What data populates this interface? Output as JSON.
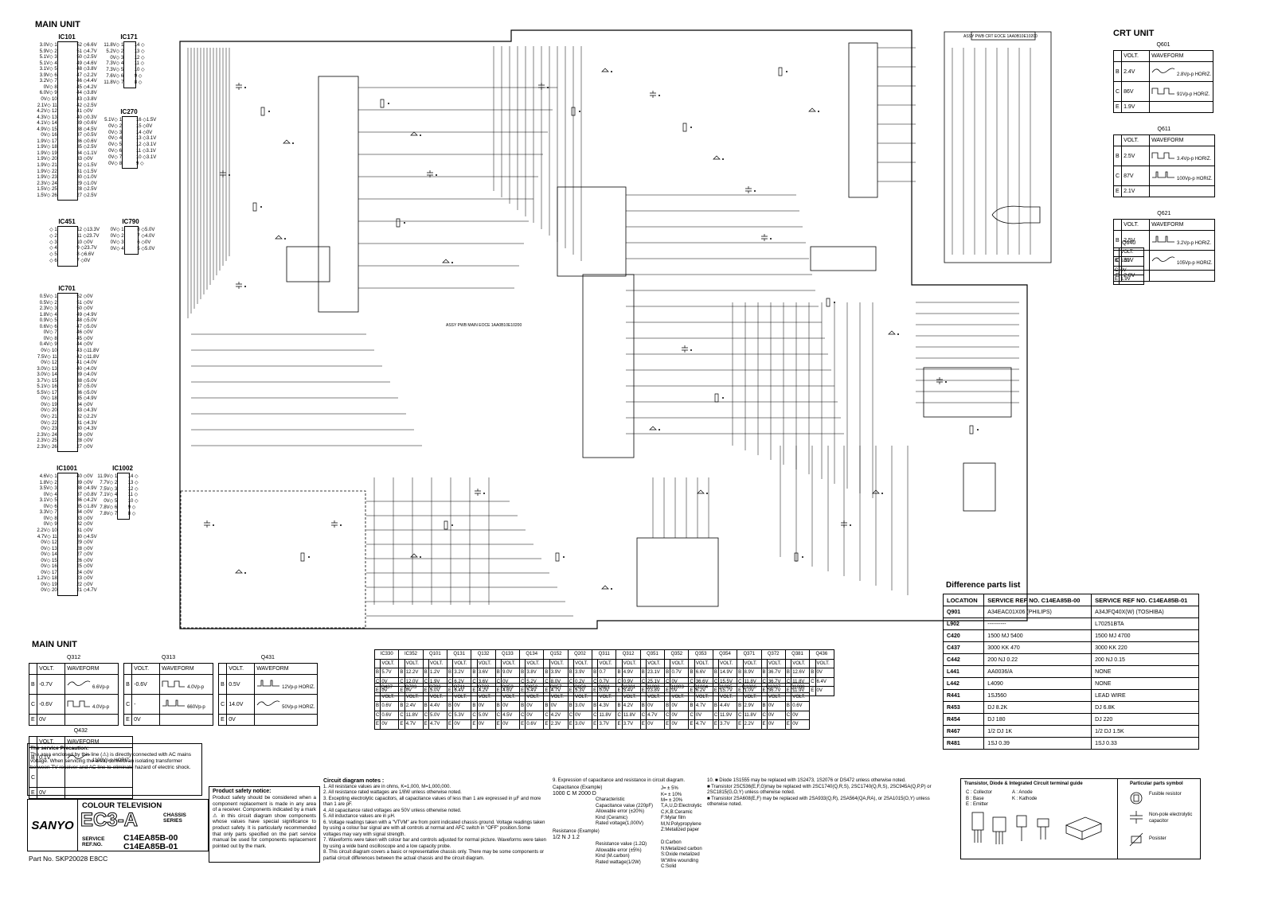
{
  "main_unit_label": "MAIN UNIT",
  "crt_unit_label": "CRT UNIT",
  "ic101": {
    "name": "IC101",
    "left": [
      "3.0V",
      "5.9V",
      "5.1V",
      "5.1V",
      "3.1V",
      "3.9V",
      "3.2V",
      "0V",
      "6.0V",
      "0V",
      "2.1V",
      "4.2V",
      "4.3V",
      "4.1V",
      "4.9V",
      "0V",
      "1.9V",
      "1.9V",
      "1.9V",
      "1.9V",
      "1.9V",
      "1.9V",
      "1.9V",
      "2.3V",
      "1.5V",
      "1.5V"
    ],
    "right": [
      "6.6V",
      "4.7V",
      "2.5V",
      "4.6V",
      "3.8V",
      "2.2V",
      "4.4V",
      "4.2V",
      "3.8V",
      "3.8V",
      "2.5V",
      "0V",
      "0.3V",
      "0.6V",
      "4.5V",
      "0.5V",
      "0.6V",
      "2.5V",
      "1.1V",
      "0V",
      "1.5V",
      "1.5V",
      "1.0V",
      "1.0V",
      "2.5V",
      "2.5V"
    ]
  },
  "ic171": {
    "name": "IC171",
    "left": [
      "11.8V",
      "5.2V",
      "0V",
      "7.3V",
      "7.3V",
      "7.6V",
      "11.8V"
    ],
    "right": [
      "",
      "",
      "",
      "",
      "",
      "",
      ""
    ]
  },
  "ic270": {
    "name": "IC270",
    "left": [
      "5.1V",
      "0V",
      "0V",
      "0V",
      "0V",
      "0V",
      "0V",
      "0V"
    ],
    "right": [
      "1.5V",
      "0V",
      "0V",
      "3.1V",
      "3.1V",
      "3.1V",
      "3.1V",
      ""
    ]
  },
  "ic451": {
    "name": "IC451",
    "left": [
      "",
      "",
      "",
      "",
      "",
      ""
    ],
    "right": [
      "13.3V",
      "23.7V",
      "0V",
      "23.7V",
      "6.6V",
      "0V"
    ]
  },
  "ic790": {
    "name": "IC790",
    "left": [
      "0V",
      "0V",
      "0V",
      "0V"
    ],
    "right": [
      "5.0V",
      "4.0V",
      "0V",
      "5.0V"
    ]
  },
  "ic701": {
    "name": "IC701",
    "left": [
      "0.5V",
      "0.5V",
      "2.3V",
      "1.8V",
      "0.9V",
      "0.6V",
      "0V",
      "0V",
      "0.4V",
      "0V",
      "7.5V",
      "0V",
      "3.0V",
      "3.0V",
      "3.7V",
      "5.1V",
      "5.5V",
      "0V",
      "0V",
      "0V",
      "0V",
      "0V",
      "0V",
      "2.3V",
      "2.3V",
      "2.3V"
    ],
    "right": [
      "0V",
      "0V",
      "0V",
      "4.9V",
      "5.0V",
      "5.0V",
      "0V",
      "0V",
      "0V",
      "11.8V",
      "11.8V",
      "4.0V",
      "4.0V",
      "4.0V",
      "5.0V",
      "5.0V",
      "5.0V",
      "4.9V",
      "0V",
      "4.3V",
      "2.2V",
      "4.3V",
      "4.3V",
      "0V",
      "0V",
      "0V"
    ]
  },
  "ic1001": {
    "name": "IC1001",
    "left": [
      "4.6V",
      "1.8V",
      "3.5V",
      "0V",
      "3.1V",
      "0V",
      "3.3V",
      "0V",
      "0V",
      "2.2V",
      "4.7V",
      "0V",
      "0V",
      "0V",
      "0V",
      "0V",
      "0V",
      "1.2V",
      "0V",
      "0V"
    ],
    "right": [
      "0V",
      "0V",
      "4.9V",
      "0.8V",
      "4.2V",
      "1.8V",
      "0V",
      "0V",
      "0V",
      "0V",
      "4.5V",
      "0V",
      "0V",
      "0V",
      "0V",
      "0V",
      "0V",
      "0V",
      "0V",
      "4.7V"
    ]
  },
  "ic1002": {
    "name": "IC1002",
    "left": [
      "11.9V",
      "7.7V",
      "7.5V",
      "7.1V",
      "0V",
      "7.8V",
      "7.8V"
    ],
    "right": [
      "",
      "",
      "",
      "",
      "",
      "",
      ""
    ]
  },
  "main_unit_waveforms": [
    {
      "name": "Q312",
      "rows": [
        [
          "B",
          "-0.7V",
          "6.6Vp-p"
        ],
        [
          "C",
          "-0.6V",
          "4.0Vp-p"
        ],
        [
          "E",
          "0V",
          ""
        ]
      ]
    },
    {
      "name": "Q313",
      "rows": [
        [
          "B",
          "-0.6V",
          "4.0Vp-p"
        ],
        [
          "C",
          "-",
          "660Vp-p"
        ],
        [
          "E",
          "0V",
          ""
        ]
      ]
    },
    {
      "name": "Q431",
      "rows": [
        [
          "B",
          "0.5V",
          "12Vp-p HORIZ."
        ],
        [
          "C",
          "14.0V",
          "50Vp-p HORIZ."
        ],
        [
          "E",
          "0V",
          ""
        ]
      ]
    },
    {
      "name": "Q432",
      "rows": [
        [
          "B",
          "0.1V",
          "1100Vp-p HORIZ."
        ],
        [
          "C",
          "",
          ""
        ],
        [
          "E",
          "0V",
          ""
        ]
      ]
    }
  ],
  "wf_head": {
    "volt": "VOLT.",
    "waveform": "WAVEFORM"
  },
  "volt_row1": [
    {
      "n": "IC330",
      "v": [
        "5.7V",
        "0V",
        "0V"
      ]
    },
    {
      "n": "IC352",
      "v": [
        "12.2V",
        "12.0V",
        "0V"
      ]
    },
    {
      "n": "Q101",
      "v": [
        "1.2V",
        "1.9V",
        "5.0V"
      ]
    },
    {
      "n": "Q131",
      "v": [
        "3.2V",
        "6.2V",
        "6.4V"
      ]
    },
    {
      "n": "Q132",
      "v": [
        "3.6V",
        "3.6V",
        "4.2V"
      ]
    },
    {
      "n": "Q133",
      "v": [
        "9.0V",
        "0V",
        "4.6V"
      ]
    },
    {
      "n": "Q134",
      "v": [
        "3.8V",
        "5.2V",
        "5.4V"
      ]
    },
    {
      "n": "Q152",
      "v": [
        "3.9V",
        "8.0V",
        "4.7V"
      ]
    },
    {
      "n": "Q202",
      "v": [
        "3.9V",
        "0.2V",
        "5.3V"
      ]
    },
    {
      "n": "Q311",
      "v": [
        "0.7",
        "0.7V",
        "0.0V"
      ]
    },
    {
      "n": "Q312",
      "v": [
        "4.9V",
        "0.9V",
        "3.4V"
      ]
    },
    {
      "n": "Q351",
      "v": [
        "23.1V",
        "25.1V",
        "23.8V"
      ]
    },
    {
      "n": "Q352",
      "v": [
        "0.7V",
        "0V",
        "0V"
      ]
    },
    {
      "n": "Q353",
      "v": [
        "6.6V",
        "36.6V",
        "6.2V"
      ]
    },
    {
      "n": "Q354",
      "v": [
        "14.9V",
        "15.5V",
        "15.7V"
      ]
    },
    {
      "n": "Q371",
      "v": [
        "8.9V",
        "11.8V",
        "1.0V"
      ]
    },
    {
      "n": "Q372",
      "v": [
        "36.7V",
        "36.7V",
        "36.7V"
      ]
    },
    {
      "n": "Q381",
      "v": [
        "12.6V",
        "11.8V",
        "11.9V"
      ]
    },
    {
      "n": "Q436",
      "v": [
        "0V",
        "6.4V",
        "0V"
      ]
    }
  ],
  "volt_row2": [
    {
      "n": "Q437",
      "v": [
        "0.6V",
        "0.6V",
        "0V"
      ]
    },
    {
      "n": "Q703",
      "v": [
        "2.4V",
        "11.8V",
        "4.7V"
      ]
    },
    {
      "n": "Q706",
      "v": [
        "4.4V",
        "5.0V",
        "4.7V"
      ]
    },
    {
      "n": "Q711",
      "v": [
        "0V",
        "5.3V",
        "0V"
      ]
    },
    {
      "n": "Q722",
      "v": [
        "0V",
        "5.0V",
        "0V"
      ]
    },
    {
      "n": "Q853",
      "v": [
        "0V",
        "4.5V",
        "0V"
      ]
    },
    {
      "n": "Q852",
      "v": [
        "0V",
        "0V",
        "0.6V"
      ]
    },
    {
      "n": "Q857",
      "v": [
        "0V",
        "4.2V",
        "2.3V"
      ]
    },
    {
      "n": "Q858",
      "v": [
        "3.0V",
        "0V",
        "3.0V"
      ]
    },
    {
      "n": "Q881",
      "v": [
        "4.3V",
        "11.8V",
        "3.7V"
      ]
    },
    {
      "n": "Q1001",
      "v": [
        "4.2V",
        "11.8V",
        "3.7V"
      ]
    },
    {
      "n": "Q1002",
      "v": [
        "0V",
        "4.7V",
        "0V"
      ]
    },
    {
      "n": "Q1003",
      "v": [
        "0V",
        "0V",
        "0V"
      ]
    },
    {
      "n": "Q1004",
      "v": [
        "4.7V",
        "0V",
        "4.7V"
      ]
    },
    {
      "n": "Q1005",
      "v": [
        "4.4V",
        "11.9V",
        "3.7V"
      ]
    },
    {
      "n": "Q1006",
      "v": [
        "2.9V",
        "11.8V",
        "2.2V"
      ]
    },
    {
      "n": "Q1007",
      "v": [
        "0V",
        "0V",
        "0V"
      ]
    },
    {
      "n": "Q1008",
      "v": [
        "0.6V",
        "0V",
        "0V"
      ]
    }
  ],
  "crt_waveforms": [
    {
      "name": "Q601",
      "rows": [
        [
          "B",
          "2.4V",
          "2.8Vp-p HORIZ."
        ],
        [
          "C",
          "86V",
          "91Vp-p HORIZ."
        ],
        [
          "E",
          "1.9V",
          ""
        ]
      ]
    },
    {
      "name": "Q611",
      "rows": [
        [
          "B",
          "2.5V",
          "3.4Vp-p HORIZ."
        ],
        [
          "C",
          "87V",
          "100Vp-p HORIZ."
        ],
        [
          "E",
          "2.1V",
          ""
        ]
      ]
    },
    {
      "name": "Q621",
      "rows": [
        [
          "B",
          "2.5V",
          "3.2Vp-p HORIZ."
        ],
        [
          "C",
          "81V",
          "105Vp-p HORIZ."
        ],
        [
          "E",
          "2.0V",
          ""
        ]
      ]
    }
  ],
  "q640": {
    "name": "Q640",
    "head": "VOLT.",
    "rows": [
      [
        "B",
        "1.3V"
      ],
      [
        "C",
        "0V"
      ],
      [
        "E",
        "1.9V"
      ]
    ]
  },
  "diff": {
    "title": "Difference parts list",
    "head": [
      "LOCATION",
      "SERVICE REF NO. C14EA85B-00",
      "SERVICE REF NO. C14EA85B-01"
    ],
    "rows": [
      [
        "Q901",
        "A34EAC01X06 (PHILIPS)",
        "A34JFQ40X(W) (TOSHIBA)"
      ],
      [
        "L902",
        "----------",
        "L70251BTA"
      ],
      [
        "C420",
        "1500 MJ 5400",
        "1500 MJ 4700"
      ],
      [
        "C437",
        "3000 KK 470",
        "3000 KK 220"
      ],
      [
        "C442",
        "200 NJ 0.22",
        "200 NJ 0.15"
      ],
      [
        "L441",
        "AA0036/A",
        "NONE"
      ],
      [
        "L442",
        "L4090",
        "NONE"
      ],
      [
        "R441",
        "1SJ560",
        "LEAD WIRE"
      ],
      [
        "R453",
        "DJ 8.2K",
        "DJ 6.8K"
      ],
      [
        "R454",
        "DJ 180",
        "DJ 220"
      ],
      [
        "R467",
        "1/2 DJ 1K",
        "1/2 DJ 1.5K"
      ],
      [
        "R481",
        "1SJ 0.39",
        "1SJ 0.33"
      ]
    ]
  },
  "precaution": {
    "title": "The service Precaution:",
    "text": "The area enclosed by this line (⚠) is directly connected with AC mains voltage. When servicing the area, connect an isolating transformer between TV receiver and AC line to eliminate hazard of electric shock."
  },
  "titleblock": {
    "brand": "SANYO",
    "colour": "COLOUR TELEVISION",
    "chassis": "EC3-A",
    "chassis_series": "CHASSIS SERIES",
    "service": "SERVICE REF.NO.",
    "ref1": "C14EA85B-00",
    "ref2": "C14EA85B-01",
    "part": "Part No. SKP20028   E8CC"
  },
  "safety": {
    "title": "Product safety notice:",
    "text": "Product safety should be considered when a component replacement is made in any area of a receiver. Components indicated by a mark ⚠ in this circuit diagram show components whose values have special significance to product safety. It is particularly recommended that only parts specified on the part service manual be used for components replacement pointed out by the mark."
  },
  "notes": {
    "title": "Circuit diagram notes :",
    "items": [
      "1. All resistance values are in ohms, K=1,000, M=1,000,000.",
      "2. All resistance rated wattages are 1/8W unless otherwise noted.",
      "3. Excepting electrolytic capacitors, all capacitance values of less than 1 are expressed in µF and more than 1 are pF.",
      "4. All capacitance rated voltages are 50V unless otherwise noted.",
      "5. All inductance values are in µH.",
      "6. Voltage readings taken with a \"VTVM\" are from point indicated chassis ground. Voltage readings taken by using a colour bar signal are with all controls at normal and AFC switch in \"OFF\" position.Some voltages may vary with signal strength.",
      "7. Waveforms were taken with colour bar and controls adjusted for normal picture. Waveforms were taken by using a wide band oscilloscope and a low capacity probe.",
      "8. This circuit diagram covers a basic or representative chassis only. There may be some components or partial circuit differences between the actual chassis and the circuit diagram."
    ]
  },
  "expr": {
    "title": "9. Expression of capacitance and resistance in circuit diagram.",
    "cap_ex": "Capacitance (Example)",
    "cap_code": "1000 C M 2000 D",
    "cap_lines": [
      "Characteristic",
      "Capacitance value (220pF)",
      "Allowable error (±20%)",
      "Kind (Ceramic)",
      "Rated voltage(1,000V)"
    ],
    "cap_tol": [
      "J= ± 5%",
      "K= ± 10%",
      "M= ± 20%"
    ],
    "cap_kinds": [
      "T,A,U,D:Electrolytic",
      "C,K,B:Ceramic",
      "F:Mylar film",
      "M,N:Polypropylene",
      "Z:Metalized paper"
    ],
    "res_ex": "Resistance (Example)",
    "res_code": "1/2 N J 1.2",
    "res_lines": [
      "Resistance value (1.2Ω)",
      "Allowable error (±5%)",
      "Kind (M.carbon)",
      "Rated wattage(1/2W)"
    ],
    "res_kinds": [
      "D:Carbon",
      "N:Metalized carbon",
      "S:Oxide metalized",
      "W:Wire wounding",
      "C:Solid"
    ]
  },
  "note10": [
    "10. ■ Diode 1S1555 may be replaced with 1S2473, 1S2076 or DS472 unless otherwise noted.",
    "■ Transistor 2SC536(E,F,G)may be replaced with 2SC1740(Q,R,S), 2SC1740(Q,R,S), 2SC945A(Q,P,P) or 2SC1815(G,O,Y) unless otherwise noted.",
    "■ Transistor 2SA608(E,F) may be replaced with 2SA933(Q,R), 2SA564(QA,RA), or 2SA1015(O,Y) unless otherwise noted."
  ],
  "guide": {
    "title": "Transistor, Diode & Integrated Circuit terminal guide",
    "cbe": [
      "C : Collector",
      "B : Base",
      "E : Emitter"
    ],
    "ak": [
      "A : Anode",
      "K : Kathode"
    ],
    "sym_title": "Particular parts symbol",
    "syms": [
      "Fusible resistor",
      "Non-pole electrolytic capacitor",
      "Posister"
    ]
  },
  "schem_labels": [
    "ASSY PWB MAIN EOCE 1AA0B10E10200",
    "ASSY PWB CRT EOCE 1AA0B10E10200"
  ]
}
